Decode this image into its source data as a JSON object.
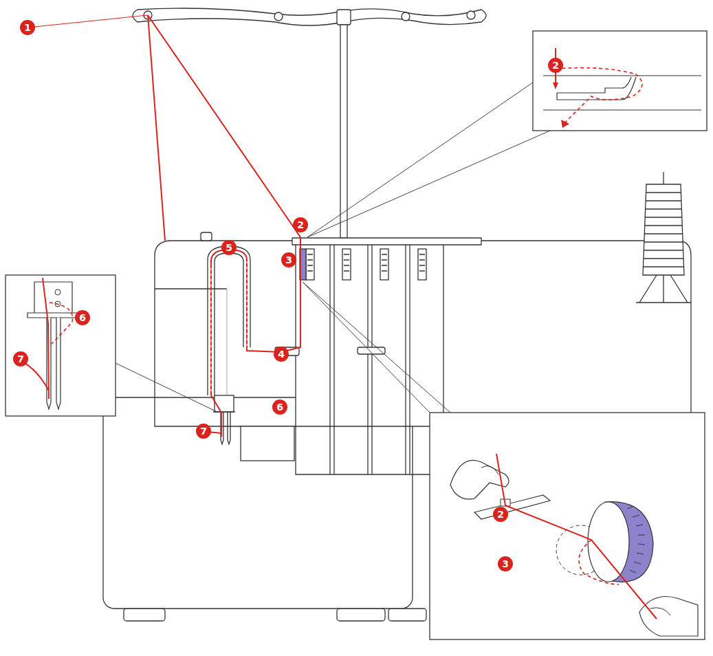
{
  "diagram": {
    "labels": [
      "1",
      "2",
      "3",
      "4",
      "5",
      "6",
      "7",
      "2",
      "2",
      "3",
      "6",
      "7"
    ]
  }
}
